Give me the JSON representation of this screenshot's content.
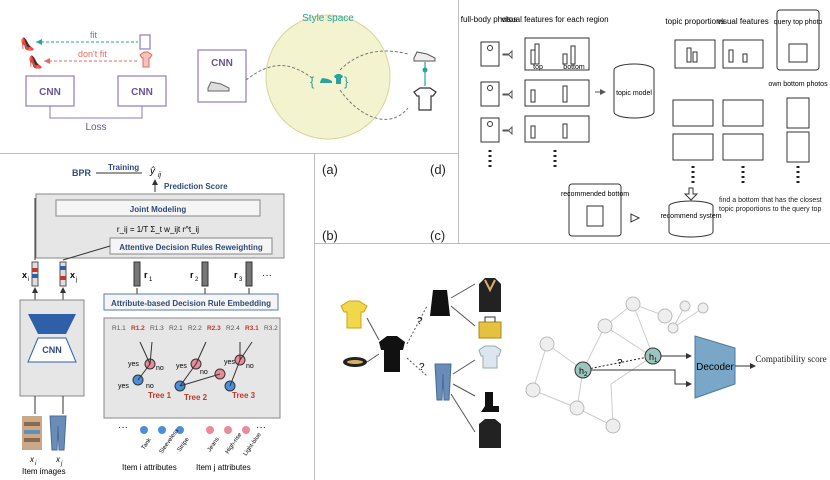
{
  "panel_labels": {
    "a": "(a)",
    "b": "(b)",
    "c": "(c)",
    "d": "(d)"
  },
  "style_space": {
    "title": "Style space",
    "fit": "fit",
    "dont_fit": "don't fit",
    "cnn": "CNN",
    "loss": "Loss",
    "brace_left": "{",
    "brace_right": "}"
  },
  "topic": {
    "full_body_photos": "full-body photos",
    "visual_features_each_region": "visual features for each region",
    "top": "top",
    "bottom": "bottom",
    "topic_model": "topic model",
    "topic_proportions": "topic proportions",
    "visual_features": "visual features",
    "query_top_photo": "query top photo",
    "own_bottom_photos": "own bottom photos",
    "recommended_bottom": "recommended bottom",
    "recommend_system": "recommend system",
    "find_text": "find a bottom that has the closest topic proportions to the query top"
  },
  "rules": {
    "bpr": "BPR",
    "training": "Training",
    "y_hat": "ŷ",
    "y_sub": "ij",
    "prediction_score": "Prediction Score",
    "joint_modeling": "Joint Modeling",
    "formula": "r_ij = 1/T Σ_t w_ijt r^t_ij",
    "attentive": "Attentive Decision Rules Reweighting",
    "xi": "x",
    "xi_sub": "i",
    "xj": "x",
    "xj_sub": "j",
    "r1": "r",
    "r1_sub": "1",
    "r2": "r",
    "r2_sub": "2",
    "r3": "r",
    "r3_sub": "3",
    "ellipsis": "···",
    "embedding": "Attribute-based Decision Rule Embedding",
    "cnn": "CNN",
    "rule_labels": [
      "R1.1",
      "R1.2",
      "R1.3",
      "R2.1",
      "R2.2",
      "R2.3",
      "R2.4",
      "R3.1",
      "R3.2"
    ],
    "yes": "yes",
    "no": "no",
    "tree1": "Tree 1",
    "tree2": "Tree 2",
    "tree3": "Tree 3",
    "attrs_i": [
      "Tank",
      "Sleeveless",
      "Stripe"
    ],
    "attrs_j": [
      "Jeans",
      "High-rise",
      "Light-blue"
    ],
    "item_images": "Item images",
    "xi_img": "x",
    "xi_img_sub": "i",
    "xj_img": "x",
    "xj_img_sub": "j",
    "item_i_attrs": "Item i attributes",
    "item_j_attrs": "Item j attributes"
  },
  "graph": {
    "q1": "?",
    "q2": "?",
    "q3": "?",
    "h1": "h",
    "h1_sub": "1",
    "h2": "h",
    "h2_sub": "2",
    "decoder": "Decoder",
    "compat": "Compatibility score"
  }
}
